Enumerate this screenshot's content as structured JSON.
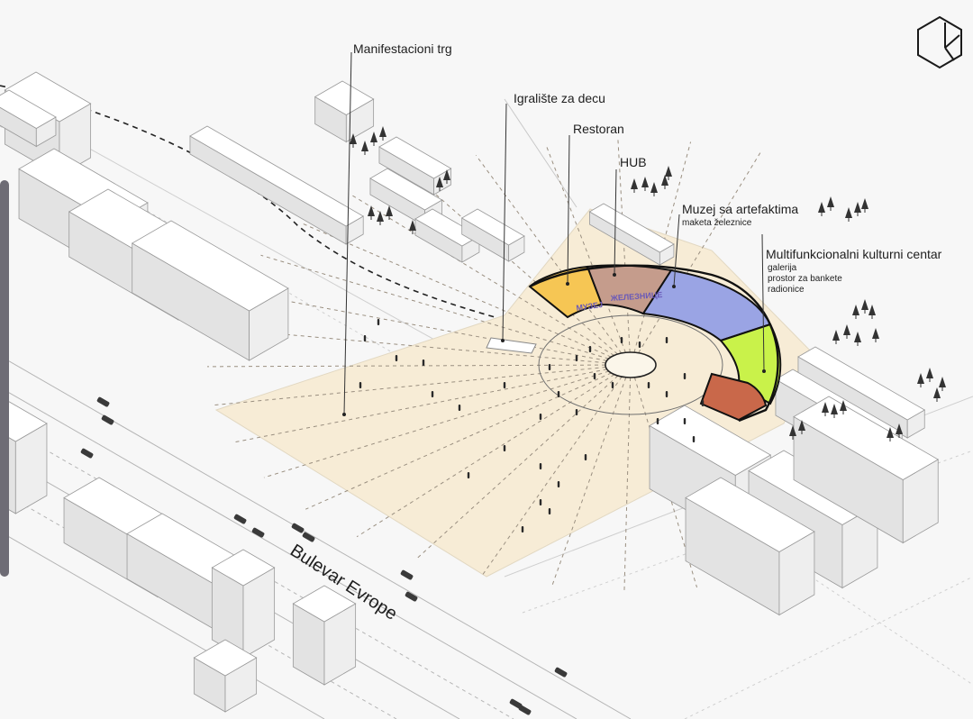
{
  "labels": {
    "manifestacioni_trg": "Manifestacioni trg",
    "igraliste": "Igralište za decu",
    "restoran": "Restoran",
    "hub": "HUB",
    "muzej": "Muzej sa artefaktima",
    "muzej_sub": "maketa železnice",
    "kulturni_centar": "Multifunkcionalni kulturni centar",
    "kulturni_centar_sub": [
      "galerija",
      "prostor za bankete",
      "radionice"
    ]
  },
  "street": {
    "name": "Bulevar Evrope"
  },
  "building_signage": [
    "МУЗЕЈ",
    "ЖЕЛЕЗНИЦЕ"
  ],
  "logo": {
    "name": "hexagon-logo-icon"
  },
  "colors": {
    "plaza": "#f7ecd6",
    "restoran": "#f6c654",
    "hub": "#c59c8c",
    "muzej": "#9aa4e4",
    "kulturni_centar": "#c9f24a",
    "annex": "#c9684a",
    "building_top": "#ffffff",
    "building_side": "#e3e3e3",
    "line": "#333333"
  }
}
